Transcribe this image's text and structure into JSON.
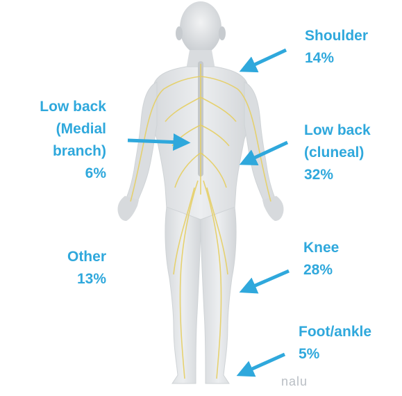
{
  "labels": {
    "shoulder": {
      "name": "Shoulder",
      "pct": "14%"
    },
    "low_back_cluneal": {
      "line1": "Low back",
      "line2": "(cluneal)",
      "pct": "32%"
    },
    "knee": {
      "name": "Knee",
      "pct": "28%"
    },
    "foot_ankle": {
      "name": "Foot/ankle",
      "pct": "5%"
    },
    "low_back_medial": {
      "line1": "Low back",
      "line2": "(Medial",
      "line3": "branch)",
      "pct": "6%"
    },
    "other": {
      "name": "Other",
      "pct": "13%"
    }
  },
  "logo": "nalu",
  "colors": {
    "label": "#2fa8dc",
    "arrow": "#2fa8dc",
    "nerve": "#e6cf62",
    "body": "#e4e6e8"
  }
}
